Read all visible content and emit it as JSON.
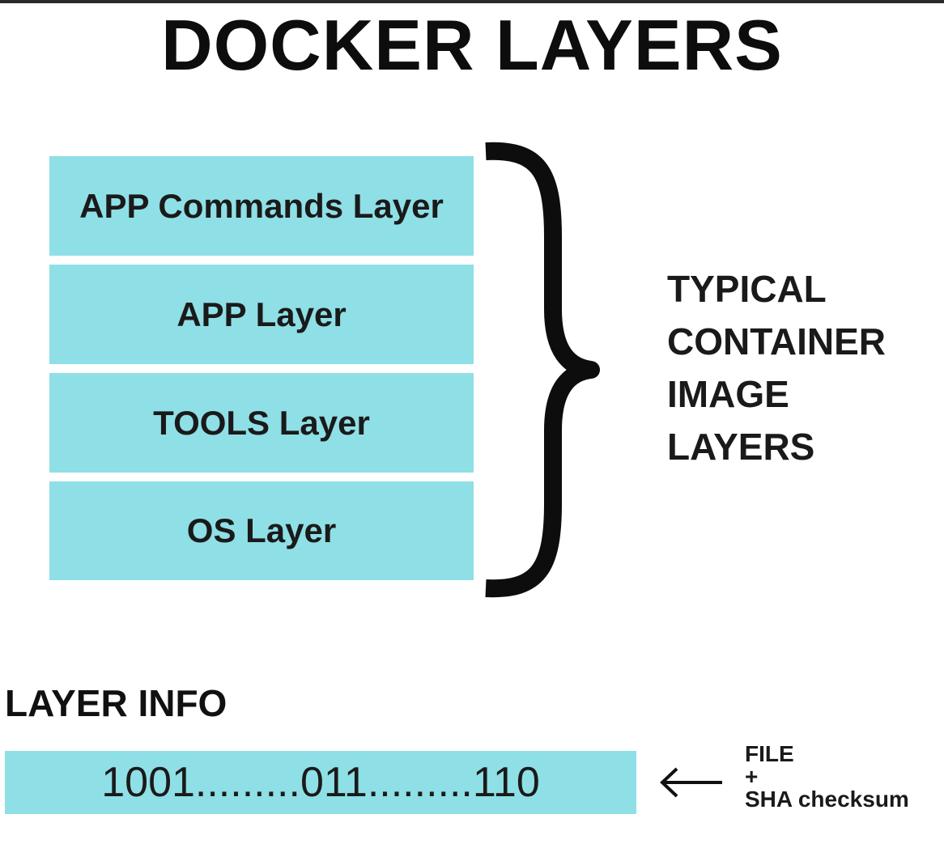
{
  "title": "DOCKER LAYERS",
  "layers": [
    {
      "label": "APP Commands Layer"
    },
    {
      "label": "APP Layer"
    },
    {
      "label": "TOOLS Layer"
    },
    {
      "label": "OS Layer"
    }
  ],
  "side_label": [
    "TYPICAL",
    "CONTAINER",
    "IMAGE",
    "LAYERS"
  ],
  "layer_info": {
    "heading": "LAYER INFO",
    "bits": "1001.........011.........110",
    "annotation": [
      "FILE",
      "+",
      "SHA checksum"
    ]
  },
  "colors": {
    "layer_fill": "#8fdfe6",
    "text": "#1a1a1a",
    "background": "#ffffff"
  },
  "icons": {
    "brace": "right-curly-brace-icon",
    "arrow": "left-arrow-icon"
  }
}
